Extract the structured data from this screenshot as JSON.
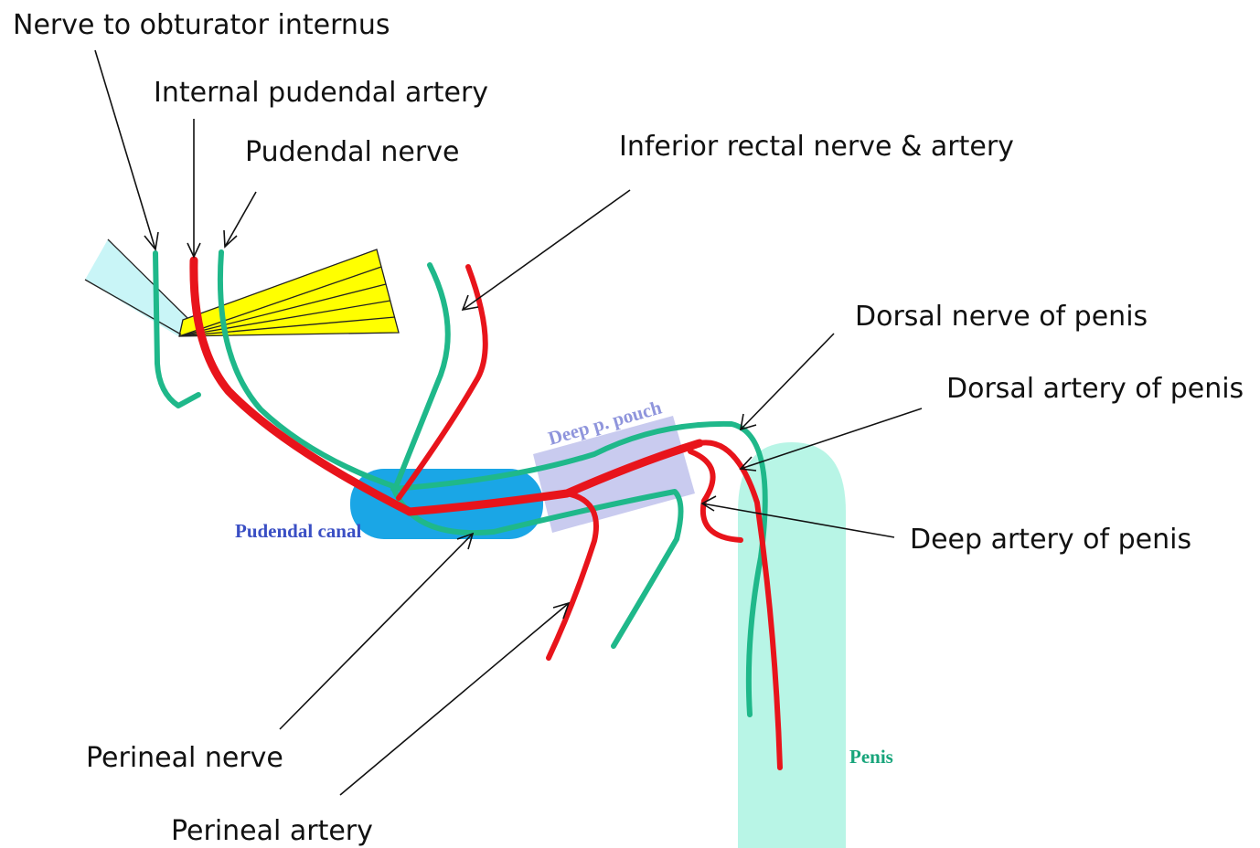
{
  "labels": {
    "nerve_to_obturator_internus": "Nerve to obturator internus",
    "internal_pudendal_artery": "Internal pudendal artery",
    "pudendal_nerve": "Pudendal nerve",
    "inferior_rectal": "Inferior rectal nerve & artery",
    "dorsal_nerve_of_penis": "Dorsal nerve of penis",
    "dorsal_artery_of_penis": "Dorsal artery of penis",
    "deep_artery_of_penis": "Deep artery of penis",
    "perineal_nerve": "Perineal nerve",
    "perineal_artery": "Perineal artery"
  },
  "regions": {
    "pudendal_canal": "Pudendal canal",
    "deep_pouch": "Deep p. pouch",
    "penis": "Penis"
  },
  "colors": {
    "nerve": "#1fb88a",
    "artery": "#e8141b",
    "pudendal_canal_fill": "#1aa6e6",
    "pudendal_canal_text": "#3a4fc4",
    "deep_pouch_fill": "#c9cbef",
    "deep_pouch_text": "#8f95dc",
    "penis_fill": "#b8f5e6",
    "penis_text": "#18a57b",
    "muscle_fill": "#ffff00",
    "ligament_fill": "#c9f5f7"
  }
}
